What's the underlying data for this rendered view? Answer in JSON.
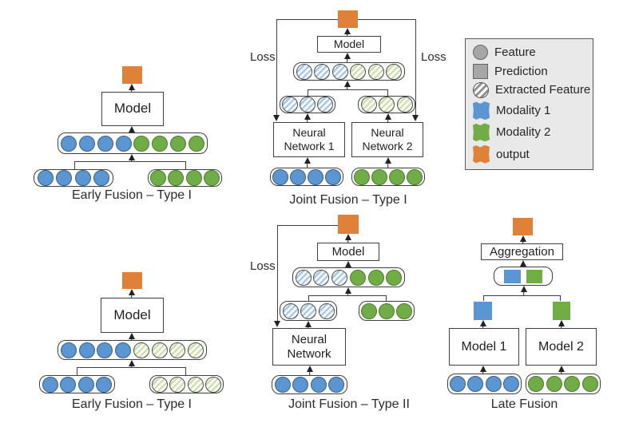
{
  "colors": {
    "modality1": "#5b96d2",
    "modality1_stroke": "#3b5f84",
    "modality2": "#70ad47",
    "modality2_stroke": "#4e7a2e",
    "output": "#e0813a",
    "hatch1_stripe": "#a9c9e8",
    "hatch2_stripe": "#cfe0ad",
    "gray_fill": "#a6a6a6",
    "line": "#3f3f3f",
    "text": "#262626",
    "legend_bg": "#e9e9e9",
    "legend_border": "#595959"
  },
  "legend": {
    "items": [
      {
        "icon": "gray-circle",
        "label": "Feature"
      },
      {
        "icon": "gray-square",
        "label": "Prediction"
      },
      {
        "icon": "hatched-circle",
        "label": "Extracted Feature"
      },
      {
        "icon": "blue-swatch",
        "label": "Modality 1"
      },
      {
        "icon": "green-swatch",
        "label": "Modality 2"
      },
      {
        "icon": "orange-swatch",
        "label": "output"
      }
    ]
  },
  "diagram_early1": {
    "caption": "Early Fusion – Type I",
    "model": "Model"
  },
  "diagram_joint1": {
    "caption": "Joint Fusion – Type I",
    "model": "Model",
    "loss_left": "Loss",
    "loss_right": "Loss",
    "nn1": "Neural Network 1",
    "nn2": "Neural Network 2"
  },
  "diagram_early2": {
    "caption": "Early Fusion – Type I",
    "model": "Model"
  },
  "diagram_joint2": {
    "caption": "Joint Fusion – Type II",
    "model": "Model",
    "loss": "Loss",
    "nn": "Neural Network"
  },
  "diagram_late": {
    "caption": "Late Fusion",
    "aggregation": "Aggregation",
    "model1": "Model 1",
    "model2": "Model 2"
  },
  "rows": {
    "early1_combined": [
      "m1",
      "m1",
      "m1",
      "m1",
      "m2",
      "m2",
      "m2",
      "m2"
    ],
    "early1_left": [
      "m1",
      "m1",
      "m1",
      "m1"
    ],
    "early1_right": [
      "m2",
      "m2",
      "m2",
      "m2"
    ],
    "joint1_combined": [
      "h1",
      "h1",
      "h1",
      "h2",
      "h2",
      "h2"
    ],
    "joint1_mid_left": [
      "h1",
      "h1",
      "h1"
    ],
    "joint1_mid_right": [
      "h2",
      "h2",
      "h2"
    ],
    "joint1_bottom_left": [
      "m1",
      "m1",
      "m1",
      "m1"
    ],
    "joint1_bottom_right": [
      "m2",
      "m2",
      "m2",
      "m2"
    ],
    "early2_combined": [
      "m1",
      "m1",
      "m1",
      "m1",
      "h2",
      "h2",
      "h2",
      "h2"
    ],
    "early2_left": [
      "m1",
      "m1",
      "m1",
      "m1"
    ],
    "early2_right": [
      "h2",
      "h2",
      "h2",
      "h2"
    ],
    "joint2_combined": [
      "h1",
      "h1",
      "h1",
      "m2",
      "m2",
      "m2"
    ],
    "joint2_mid_left": [
      "h1",
      "h1",
      "h1"
    ],
    "joint2_mid_right": [
      "m2",
      "m2",
      "m2"
    ],
    "joint2_bottom": [
      "m1",
      "m1",
      "m1",
      "m1"
    ],
    "late_pair": [
      "sq1",
      "sq2"
    ],
    "late_left": [
      "m1",
      "m1",
      "m1",
      "m1"
    ],
    "late_right": [
      "m2",
      "m2",
      "m2",
      "m2"
    ]
  }
}
